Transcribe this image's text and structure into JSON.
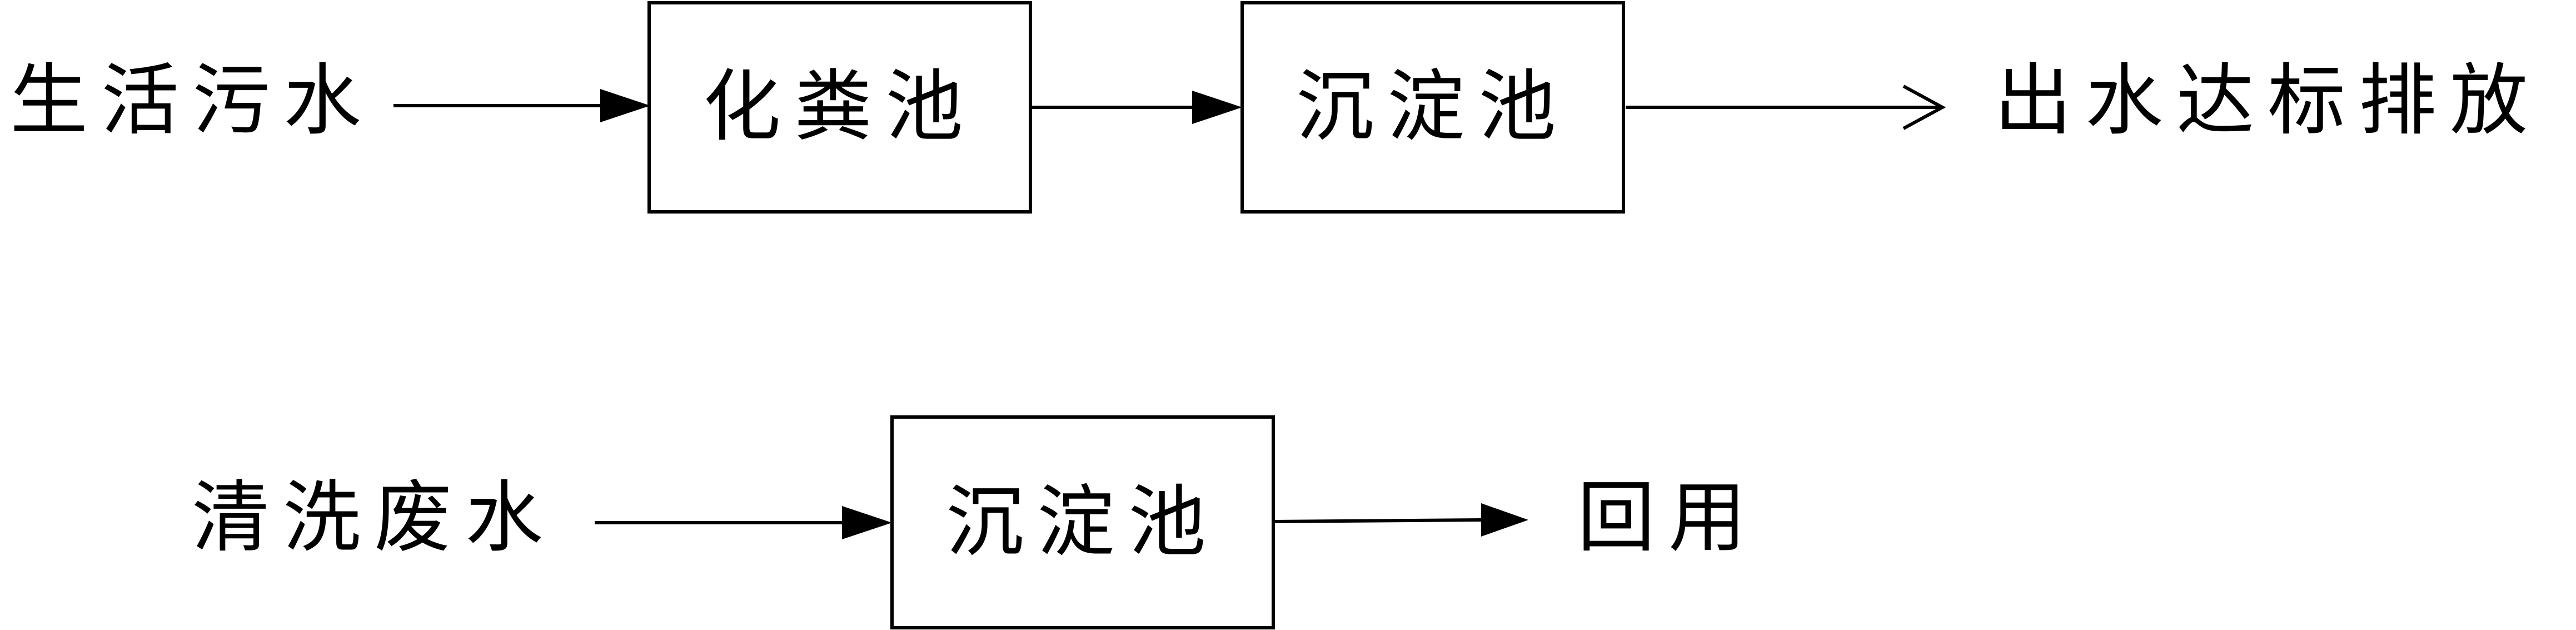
{
  "row1": {
    "input": "生活污水",
    "box1": "化粪池",
    "box2": "沉淀池",
    "output": "出水达标排放"
  },
  "row2": {
    "input": "清洗废水",
    "box1": "沉淀池",
    "output": "回用"
  }
}
